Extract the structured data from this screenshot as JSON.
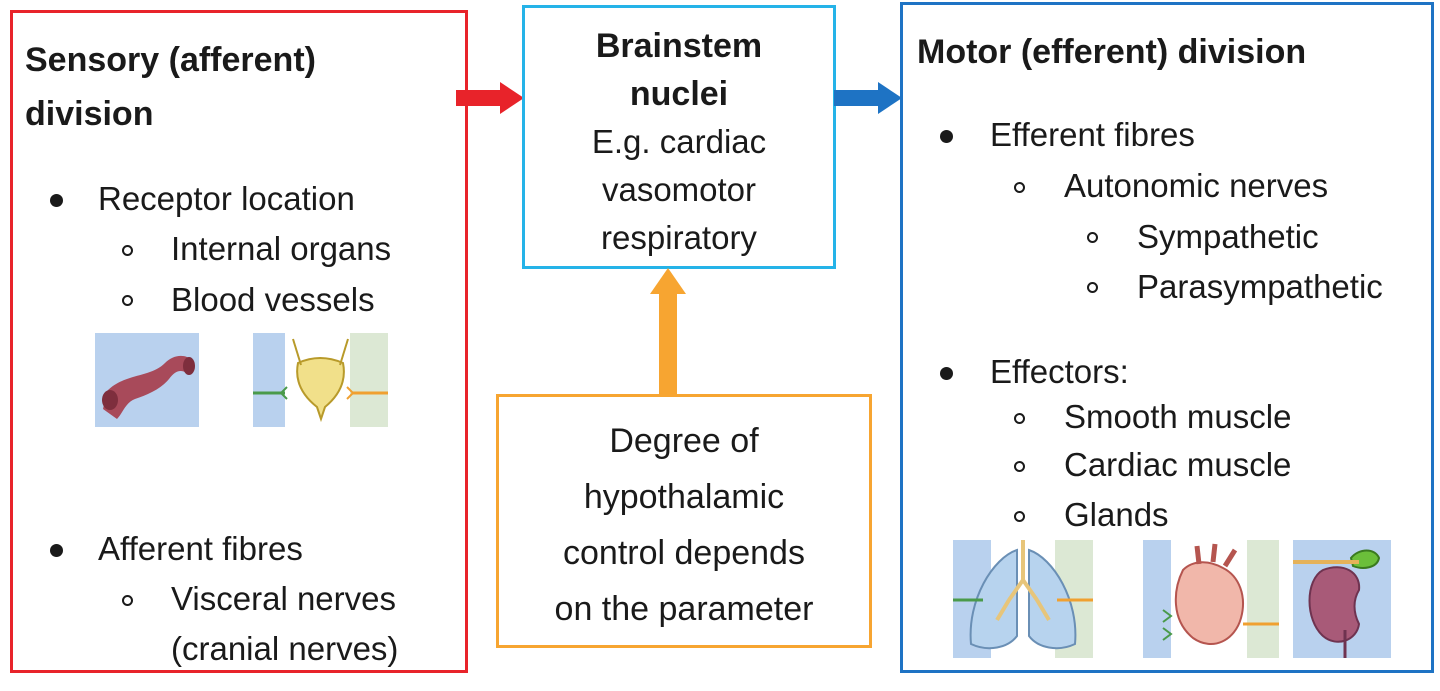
{
  "sensory": {
    "title_line1": "Sensory (afferent)",
    "title_line2": "division",
    "receptor_label": "Receptor location",
    "internal_organs": "Internal organs",
    "blood_vessels": "Blood vessels",
    "afferent_label": "Afferent fibres",
    "visceral_nerves": "Visceral nerves",
    "cranial_nerves": "(cranial nerves)"
  },
  "brainstem": {
    "title_line1": "Brainstem",
    "title_line2": "nuclei",
    "line1": "E.g. cardiac",
    "line2": "vasomotor",
    "line3": "respiratory"
  },
  "hypothalamus": {
    "line1": "Degree of",
    "line2": "hypothalamic",
    "line3": "control depends",
    "line4": "on the parameter"
  },
  "motor": {
    "title": "Motor (efferent) division",
    "efferent_label": "Efferent fibres",
    "autonomic": "Autonomic nerves",
    "sympathetic": "Sympathetic",
    "parasympathetic": "Parasympathetic",
    "effectors_label": "Effectors:",
    "smooth_muscle": "Smooth muscle",
    "cardiac_muscle": "Cardiac muscle",
    "glands": "Glands"
  },
  "colors": {
    "sensory": "#e8232a",
    "brainstem": "#25b3e8",
    "hypothalamus": "#f7a531",
    "motor": "#1e73c4"
  },
  "icons": [
    "blood-vessel-icon",
    "bladder-icon",
    "lungs-icon",
    "heart-icon",
    "kidney-gland-icon"
  ]
}
